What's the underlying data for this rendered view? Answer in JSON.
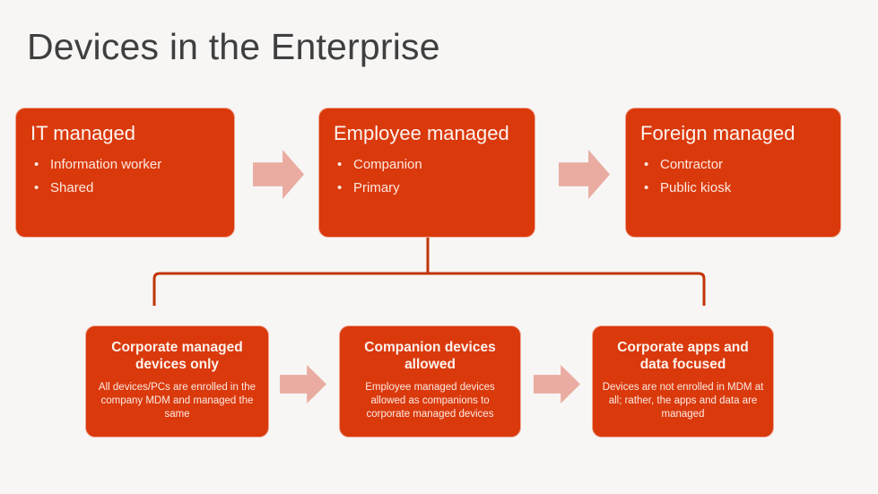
{
  "slide": {
    "title": "Devices in the Enterprise",
    "background_color": "#f7f6f5",
    "accent_color": "#da390c",
    "arrow_color": "#eaaca1",
    "title_color": "#3f3f3f",
    "connector_color": "#c03507"
  },
  "top_row": {
    "cards": [
      {
        "title": "IT managed",
        "bullets": [
          "Information worker",
          "Shared"
        ]
      },
      {
        "title": "Employee managed",
        "bullets": [
          "Companion",
          "Primary"
        ]
      },
      {
        "title": "Foreign managed",
        "bullets": [
          "Contractor",
          "Public kiosk"
        ]
      }
    ],
    "arrows": [
      "arrow-right",
      "arrow-right"
    ]
  },
  "bottom_row": {
    "cards": [
      {
        "heading": "Corporate managed devices only",
        "body": "All devices/PCs are enrolled in the company MDM and managed the same"
      },
      {
        "heading": "Companion devices allowed",
        "body": "Employee managed devices allowed as companions to corporate managed devices"
      },
      {
        "heading": "Corporate apps and data focused",
        "body": "Devices are not enrolled in MDM at all; rather, the apps and data are managed"
      }
    ],
    "arrows": [
      "arrow-right",
      "arrow-right"
    ]
  }
}
